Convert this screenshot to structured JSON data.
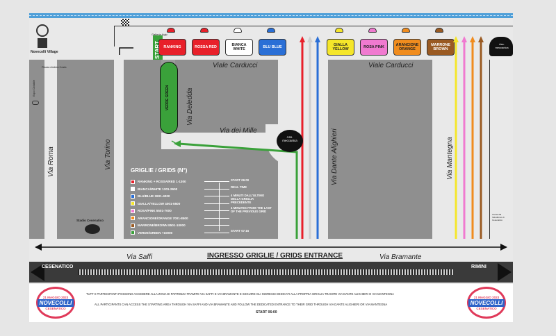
{
  "map": {
    "top_left_label": "Novecolli Village",
    "galleria_label": "Galleria Agip",
    "start_label": "START",
    "grid_boxes_left": [
      {
        "label": "RANKING",
        "bg": "#e8202a",
        "fg": "#ffffff",
        "shoe": "#e8202a"
      },
      {
        "label": "ROSSA RED",
        "bg": "#e8202a",
        "fg": "#ffffff",
        "shoe": "#e8202a"
      },
      {
        "label": "BIANCA WHITE",
        "bg": "#ffffff",
        "fg": "#222222",
        "shoe": "#ffffff"
      },
      {
        "label": "BLU BLUE",
        "bg": "#2a6fd6",
        "fg": "#ffffff",
        "shoe": "#2a6fd6"
      }
    ],
    "grid_boxes_right": [
      {
        "label": "GIALLA YELLOW",
        "bg": "#f5e62a",
        "fg": "#222222",
        "shoe": "#f5e62a"
      },
      {
        "label": "ROSA PINK",
        "bg": "#f07ad0",
        "fg": "#222222",
        "shoe": "#f07ad0"
      },
      {
        "label": "ARANCIONE ORANGE",
        "bg": "#f08c1e",
        "fg": "#222222",
        "shoe": "#f08c1e"
      },
      {
        "label": "MARRONE BROWN",
        "bg": "#9a5a22",
        "fg": "#ffffff",
        "shoe": "#9a5a22"
      }
    ],
    "assist_label": "Ass. meccanica",
    "green_grid_label": "VERDE GREEN",
    "streets": {
      "viale_carducci": "Viale Carducci",
      "via_deledda": "Via Deledda",
      "via_dei_mille": "Via dei Mille",
      "via_roma": "Via Roma",
      "via_torino": "Via Torino",
      "via_dante": "Via Dante Alighieri",
      "via_mantegna": "Via Mantegna",
      "via_saffi": "Via Saffi",
      "via_bramante": "Via Bramante",
      "piazza": "Piazza Andrea Costa",
      "ciclabile": "Expo Ciclabile",
      "stadio": "Stadio Cesenatico",
      "uscita": "Uscita dal Velodromo di Cesenatico"
    },
    "legend": {
      "title": "GRIGLIE / GRIDS (N°)",
      "rows": [
        {
          "label": "RANKING + ROSSA/RED 1-1300",
          "color": "#e8202a"
        },
        {
          "label": "BIANCA/WHITE 1301-2600",
          "color": "#ffffff"
        },
        {
          "label": "BLU/BLUE 2601-4000",
          "color": "#2a6fd6"
        },
        {
          "label": "GIALLA/YELLOW 4001-5500",
          "color": "#f5e62a"
        },
        {
          "label": "ROSA/PINK 5501-7000",
          "color": "#f07ad0"
        },
        {
          "label": "ARANCIONE/ORANGE 7001-8500",
          "color": "#f08c1e"
        },
        {
          "label": "MARRONE/BROWN 8501-10000",
          "color": "#9a5a22"
        },
        {
          "label": "VERDE/GREEN +10000",
          "color": "#3aa13a"
        }
      ],
      "notes": {
        "start": "START 06:00",
        "real_time": "REAL TIME",
        "four_min_it": "4 MINUTI DALL'ULTIMO DELLA GRIGLIA PRECEDENTE",
        "four_min_en": "4 MINUTES FROM THE LAST OF THE PREVIOUS GRID",
        "start_end": "START 07:15"
      }
    },
    "entrance_label": "INGRESSO GRIGLIE / GRIDS ENTRANCE",
    "cesenatico_label": "CESENATICO",
    "rimini_label": "RIMINI"
  },
  "footer": {
    "line_it": "TUTTI I PARTECIPANTI POSSONO ACCEDERE ALLA ZONA DI PARTENZA TRAMITE VIA SAFFI E VIA BRAMANTE E SEGUIRE GLI INGRESSI DEDICATI ALLA PROPRIA GRIGLIA TRAMITE VIA DANTE ALIGHIERI O VIA MANTEGNA",
    "line_en": "ALL PARTICIPANTS CAN ACCESS THE STARTING AREA THROUGH VIA SAFFI AND VIA BRAMANTE AND FOLLOW THE DEDICATED ENTRANCE TO THEIR GRID THROUGH VIA DANTE ALIGHIERI OR VIA MANTEGNA",
    "start": "START 06:00",
    "logo_top": "21 MAGGIO 2023",
    "logo_name": "NOVECOLLI",
    "logo_bottom": "CESENATICO"
  }
}
